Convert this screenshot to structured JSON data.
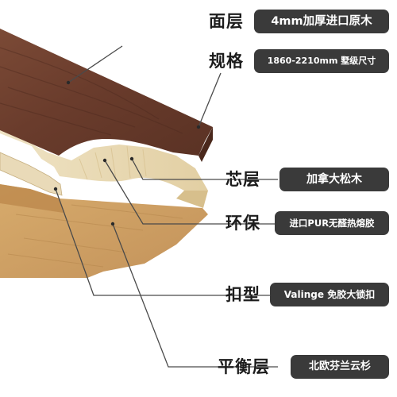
{
  "layers": [
    {
      "label": "面层",
      "value": "4mm加厚进口原木"
    },
    {
      "label": "规格",
      "value": "1860-2210mm 墅级尺寸"
    },
    {
      "label": "芯层",
      "value": "加拿大松木"
    },
    {
      "label": "环保",
      "value": "进口PUR无醛热熔胶"
    },
    {
      "label": "扣型",
      "value": "Valinge 免胶大锁扣"
    },
    {
      "label": "平衡层",
      "value": "北欧芬兰云杉"
    }
  ],
  "colors": {
    "pill_background": "#3a3a3a",
    "pill_text": "#ffffff",
    "label_text": "#1c1c1c",
    "walnut_surface": "#6b3e2e",
    "pine_core": "#e6d6b0",
    "spruce_base": "#c89a5e"
  }
}
